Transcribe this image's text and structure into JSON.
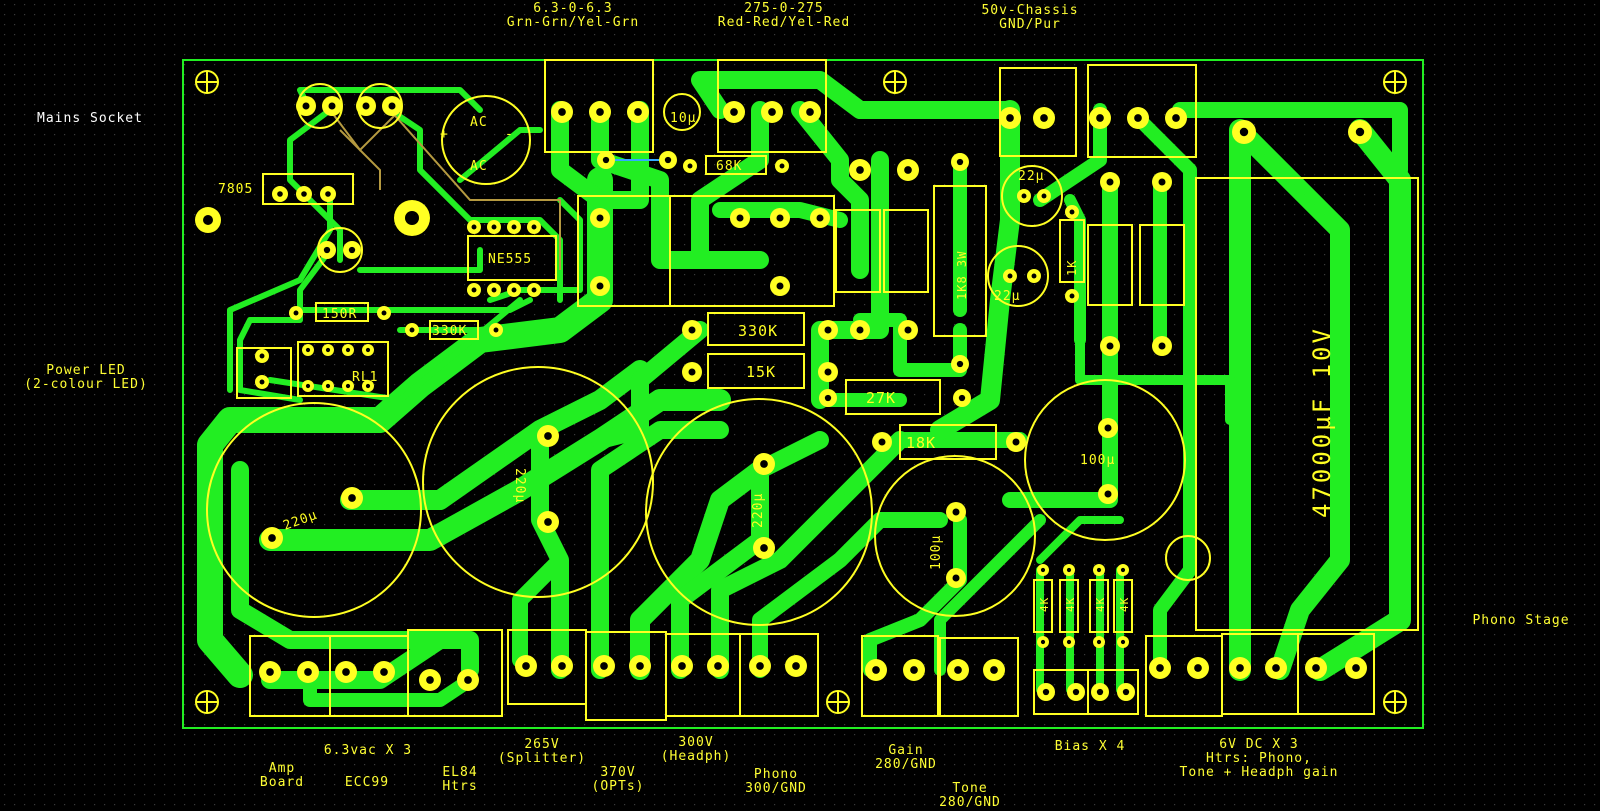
{
  "colors": {
    "background": "#000000",
    "grid_dot": "#3a3a3a",
    "copper": "#22ee22",
    "silkscreen": "#ffff22",
    "board_outline": "#22ee22",
    "jumper": "#33aaff",
    "label_white": "#ffffff"
  },
  "top_labels": {
    "heater_transformer": "6.3-0-6.3\nGrn-Grn/Yel-Grn",
    "ht_transformer": "275-0-275\nRed-Red/Yel-Red",
    "chassis": "50v-Chassis\nGND/Pur"
  },
  "side_labels": {
    "mains_socket": "Mains Socket",
    "power_led": "Power LED\n(2-colour LED)",
    "phono_stage": "Phono Stage"
  },
  "bottom_labels": {
    "heaters_x3": "6.3vac X 3",
    "amp_board": "Amp\nBoard",
    "ecc99": "ECC99",
    "el84": "EL84\nHtrs",
    "v265": "265V\n(Splitter)",
    "v370": "370V\n(OPTs)",
    "v300": "300V\n(Headph)",
    "phono_300": "Phono\n300/GND",
    "gain": "Gain\n280/GND",
    "tone": "Tone\n280/GND",
    "bias": "Bias X 4",
    "dc_heaters": "6V DC X 3\nHtrs: Phono,\nTone + Headph gain"
  },
  "component_labels": {
    "reg": "7805",
    "timer": "NE555",
    "r_150": "150R",
    "r_330k_small": "330K",
    "relay": "RL1",
    "r_68k": "68K",
    "cap_10u": "10µ",
    "bridge_ac1": "AC",
    "bridge_ac2": "AC",
    "bridge_plus": "+",
    "bridge_minus": "-",
    "r_330k": "330K",
    "r_15k": "15K",
    "r_27k": "27K",
    "r_18k": "18K",
    "r_1k8": "1K8 3W",
    "cap_22u_top": "22µ",
    "cap_22u_bot": "22µ",
    "r_1k": "1K",
    "cap_220u_1": "220µ",
    "cap_220u_2": "220µ",
    "cap_220u_3": "220µ",
    "cap_100u_1": "100µ",
    "cap_100u_2": "100µ",
    "cap_47000": "47000µF 10V",
    "r_4k_1": "4K",
    "r_4k_2": "4K",
    "r_4k_3": "4K",
    "r_4k_4": "4K"
  }
}
